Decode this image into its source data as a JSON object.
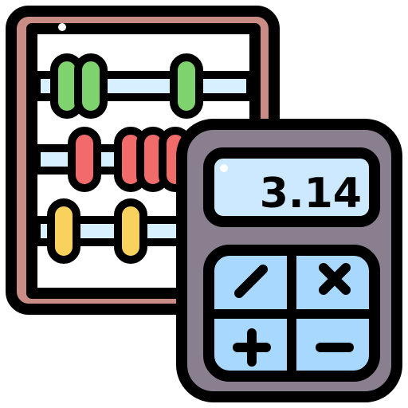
{
  "calculator": {
    "display_value": "3.14",
    "keys": {
      "divide": "divide-symbol",
      "multiply": "multiply-symbol",
      "add": "plus-symbol",
      "subtract": "minus-symbol"
    }
  },
  "colors": {
    "outline": "#000000",
    "abacus_frame": "#c98d86",
    "abacus_frame_inner": "#ffffff",
    "abacus_rod": "#d7f0ff",
    "bead_green": "#7ed36f",
    "bead_red": "#f26b6b",
    "bead_yellow": "#f8d25c",
    "calculator_body": "#8a7f8f",
    "screen": "#cde9ff",
    "keypad": "#a9d8ff"
  },
  "icons": {
    "abacus": "abacus-icon",
    "calculator": "calculator-icon"
  }
}
